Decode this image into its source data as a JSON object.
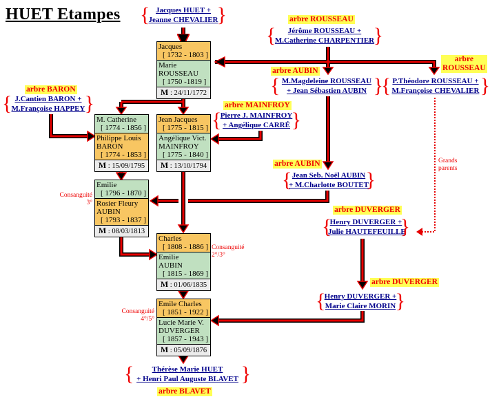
{
  "page_title": "HUET Etampes",
  "colors": {
    "line": "#e60000",
    "link": "#00008b",
    "tag_bg": "#ffff55",
    "tag_text": "#e00000",
    "male_bg": "#f8c662",
    "female_bg": "#c0e0c0",
    "marriage_bg": "#ececec"
  },
  "couples": {
    "huet_chevalier": {
      "line1": "Jacques HUET +",
      "line2": "Jeanne CHEVALIER"
    },
    "rousseau_charpentier": {
      "line1": "Jérôme ROUSSEAU +",
      "line2": "M.Catherine CHARPENTIER"
    },
    "magdeleine_aubin": {
      "line1": "M.Magdeleine ROUSSEAU",
      "line2": "+ Jean Sébastien AUBIN"
    },
    "theodore_chevalier": {
      "line1": "P.Théodore ROUSSEAU +",
      "line2": "M.Françoise CHEVALIER"
    },
    "baron_happey": {
      "line1": "J.Cantien BARON +",
      "line2": "M.Françoise HAPPEY"
    },
    "mainfroy_carre": {
      "line1": "Pierre J. MAINFROY",
      "line2": "+ Angélique CARRÉ"
    },
    "aubin_boutet": {
      "line1": "Jean Seb. Noël AUBIN",
      "line2": "+ M.Charlotte BOUTET"
    },
    "duverger_hautefeuille": {
      "line1": "Henry DUVERGER +",
      "line2": "Julie HAUTEFEUILLE"
    },
    "duverger_morin": {
      "line1": "Henry DUVERGER +",
      "line2": "Marie Claire MORIN"
    },
    "huet_blavet": {
      "line1": "Thérèse Marie HUET",
      "line2": "+ Henri Paul Auguste BLAVET"
    }
  },
  "tags": {
    "rousseau_1": "arbre ROUSSEAU",
    "rousseau_2_l1": "arbre",
    "rousseau_2_l2": "ROUSSEAU",
    "aubin_1": "arbre AUBIN",
    "aubin_2": "arbre AUBIN",
    "baron": "arbre BARON",
    "mainfroy": "arbre MAINFROY",
    "duverger_1": "arbre DUVERGER",
    "duverger_2": "arbre DUVERGER",
    "blavet": "arbre BLAVET"
  },
  "boxes": {
    "jacques_marie": {
      "p1_name": "Jacques",
      "p1_dates": "[ 1732 - 1803 ]",
      "p2_name1": "Marie",
      "p2_name2": "ROUSSEAU",
      "p2_dates": "[ 1750 -1819 ]",
      "m_label": "M",
      "m_date": ": 24/11/1772"
    },
    "catherine_philippe": {
      "p1_name": "M. Catherine",
      "p1_dates": "[ 1774 - 1856 ]",
      "p2_name1": "Philippe Louis",
      "p2_name2": "BARON",
      "p2_dates": "[ 1774 - 1853 ]",
      "m_label": "M",
      "m_date": ": 15/09/1795"
    },
    "jeanjacques_angelique": {
      "p1_name": "Jean Jacques",
      "p1_dates": "[ 1775 - 1815 ]",
      "p2_name1": "Angélique Vict.",
      "p2_name2": "MAINFROY",
      "p2_dates": "[ 1775 - 1840 ]",
      "m_label": "M",
      "m_date": ": 13/10/1794"
    },
    "emilie_rosier": {
      "p1_name": "Emilie",
      "p1_dates": "[ 1796 - 1870 ]",
      "p2_name1": "Rosier Fleury",
      "p2_name2": "AUBIN",
      "p2_dates": "[ 1793 - 1837 ]",
      "m_label": "M",
      "m_date": ": 08/03/1813"
    },
    "charles_emilie": {
      "p1_name": "Charles",
      "p1_dates": "[ 1808 - 1886 ]",
      "p2_name1": "Emilie",
      "p2_name2": "AUBIN",
      "p2_dates": "[ 1815 - 1869 ]",
      "m_label": "M",
      "m_date": ": 01/06/1835"
    },
    "emile_lucie": {
      "p1_name": "Emile Charles",
      "p1_dates": "[ 1851 - 1922 ]",
      "p2_name1": "Lucie Marie V.",
      "p2_name2": "DUVERGER",
      "p2_dates": "[ 1857 - 1943 ]",
      "m_label": "M",
      "m_date": ": 05/09/1876"
    }
  },
  "notes": {
    "consang_1_l1": "Consanguité",
    "consang_1_l2": "3°",
    "consang_2_l1": "Consanguité",
    "consang_2_l2": "2°/3°",
    "consang_3_l1": "Consanguité",
    "consang_3_l2": "4°/5°",
    "grands_l1": "Grands",
    "grands_l2": "parents"
  }
}
